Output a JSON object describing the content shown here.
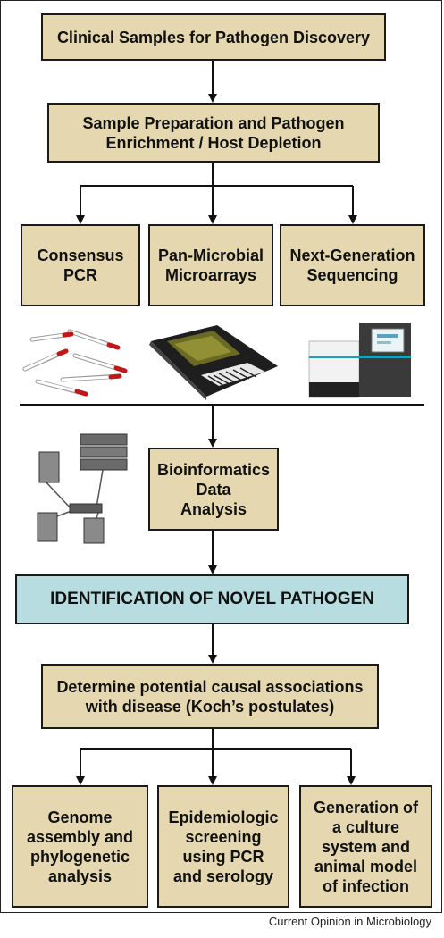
{
  "boxes": {
    "clinical": "Clinical Samples for Pathogen Discovery",
    "prep": "Sample Preparation and Pathogen\nEnrichment / Host Depletion",
    "consensus": "Consensus\nPCR",
    "panmicrobial": "Pan-Microbial\nMicroarrays",
    "ngs": "Next-Generation\nSequencing",
    "bioinformatics": "Bioinformatics\nData\nAnalysis",
    "identification": "IDENTIFICATION OF NOVEL PATHOGEN",
    "koch": "Determine potential causal associations\nwith disease (Koch’s postulates)",
    "genome": "Genome\nassembly and\nphylogenetic\nanalysis",
    "epidemiologic": "Epidemiologic\nscreening\nusing PCR\nand serology",
    "culture": "Generation of\na culture\nsystem and\nanimal model\nof infection"
  },
  "credit": "Current Opinion in Microbiology",
  "colors": {
    "box_fill": "#e5d8b0",
    "highlight_fill": "#b8dde0",
    "line": "#111111"
  },
  "icons": [
    "pcr-tubes-icon",
    "microarray-chip-icon",
    "sequencer-icon",
    "server-network-icon"
  ]
}
